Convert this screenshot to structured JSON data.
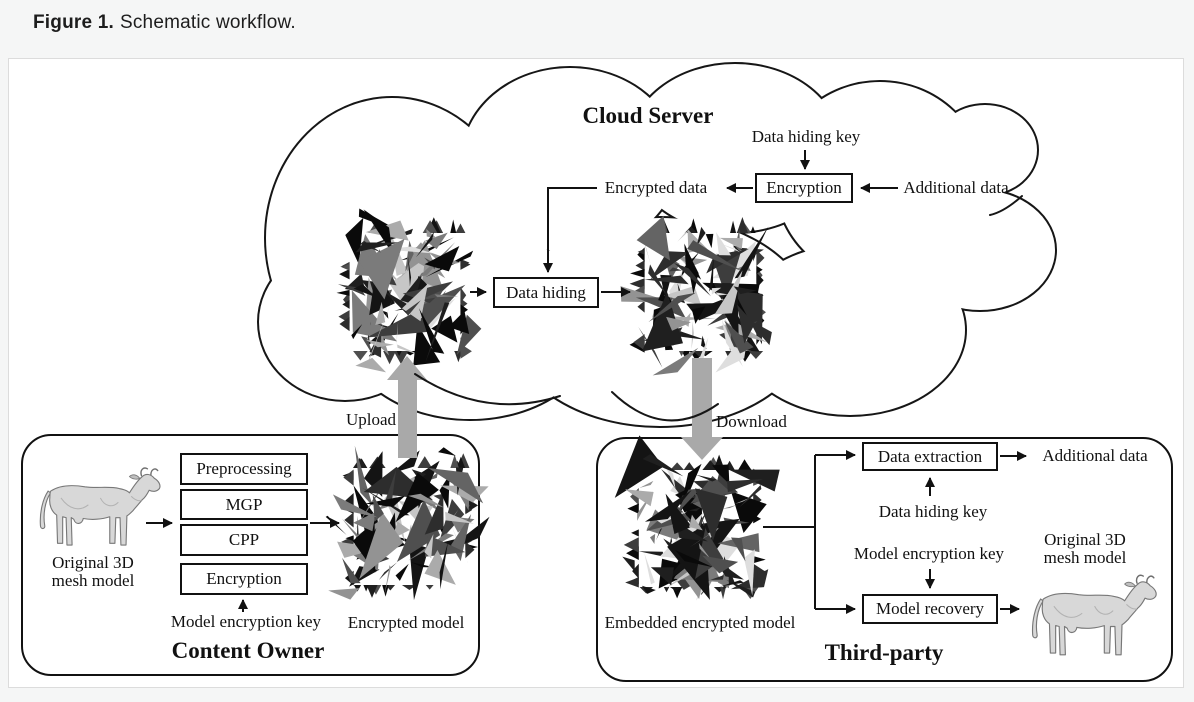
{
  "caption": {
    "label": "Figure 1.",
    "text": "Schematic workflow."
  },
  "cloud": {
    "title": "Cloud Server",
    "data_hiding_key": "Data hiding key",
    "encryption_box": "Encryption",
    "encrypted_data": "Encrypted data",
    "additional_data": "Additional data",
    "data_hiding_box": "Data hiding"
  },
  "transfer": {
    "upload": "Upload",
    "download": "Download"
  },
  "content_owner": {
    "title": "Content Owner",
    "model_line1": "Original 3D",
    "model_line2": "mesh model",
    "steps": [
      "Preprocessing",
      "MGP",
      "CPP",
      "Encryption"
    ],
    "model_encryption_key": "Model encryption key",
    "encrypted_model_label": "Encrypted model"
  },
  "third_party": {
    "title": "Third-party",
    "embedded_model_label": "Embedded encrypted model",
    "data_extraction_box": "Data extraction",
    "additional_data": "Additional data",
    "data_hiding_key": "Data hiding key",
    "model_encryption_key": "Model encryption key",
    "model_recovery_box": "Model recovery",
    "model_line1": "Original 3D",
    "model_line2": "mesh model"
  },
  "colors": {
    "line": "#111111",
    "arrow_gray": "#a9a9a9",
    "page_bg": "#f5f6f6",
    "panel_bg": "#ffffff",
    "panel_border": "#dcdcdc"
  },
  "icons": {
    "upload_arrow": "thick-up-arrow",
    "download_arrow": "thick-down-arrow",
    "cloud": "cloud-outline",
    "encrypted_mesh": "scrambled-triangle-mesh",
    "cow": "3d-cow-mesh-render"
  }
}
